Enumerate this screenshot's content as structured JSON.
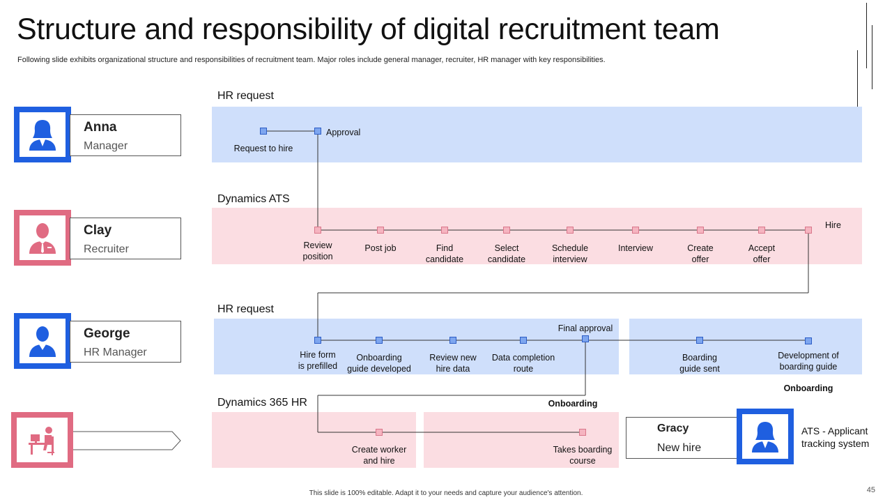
{
  "title": "Structure and responsibility of digital recruitment team",
  "subtitle": "Following slide exhibits organizational structure and responsibilities of recruitment team. Major roles include general manager, recruiter, HR manager with key responsibilities.",
  "people": [
    {
      "name": "Anna",
      "role": "Manager"
    },
    {
      "name": "Clay",
      "role": "Recruiter"
    },
    {
      "name": "George",
      "role": "HR Manager"
    },
    {
      "name": "Gracy",
      "role": "New hire"
    }
  ],
  "lanes": {
    "hr_request_1": "HR request",
    "dynamics_ats": "Dynamics ATS",
    "hr_request_2": "HR request",
    "dynamics_365": "Dynamics 365 HR"
  },
  "steps": {
    "request_to_hire": "Request to hire",
    "approval": "Approval",
    "review_position": "Review\nposition",
    "post_job": "Post job",
    "find_candidate": "Find\ncandidate",
    "select_candidate": "Select\ncandidate",
    "schedule_interview": "Schedule\ninterview",
    "interview": "Interview",
    "create_offer": "Create\noffer",
    "accept_offer": "Accept\noffer",
    "hire": "Hire",
    "hire_form": "Hire form\nis prefilled",
    "onboarding_guide": "Onboarding\nguide developed",
    "review_new_hire": "Review  new\nhire data",
    "data_completion": "Data completion\nroute",
    "final_approval": "Final approval",
    "boarding_guide_sent": "Boarding\nguide sent",
    "development_guide": "Development  of\nboarding guide",
    "onboarding_right": "Onboarding",
    "onboarding_mid": "Onboarding",
    "create_worker": "Create worker\nand hire",
    "takes_boarding": "Takes boarding\ncourse"
  },
  "legend": "ATS - Applicant\ntracking system",
  "footer": "This slide is 100% editable. Adapt it to your needs and capture your audience's attention.",
  "page_number": "45",
  "colors": {
    "blue": "#1f5fe0",
    "pink": "#e06b82",
    "blue_band": "#cfdffb",
    "pink_band": "#fbdde2"
  },
  "icons": [
    "female-manager-icon",
    "male-recruiter-icon",
    "male-hr-manager-icon",
    "desk-worker-icon",
    "female-new-hire-icon"
  ]
}
